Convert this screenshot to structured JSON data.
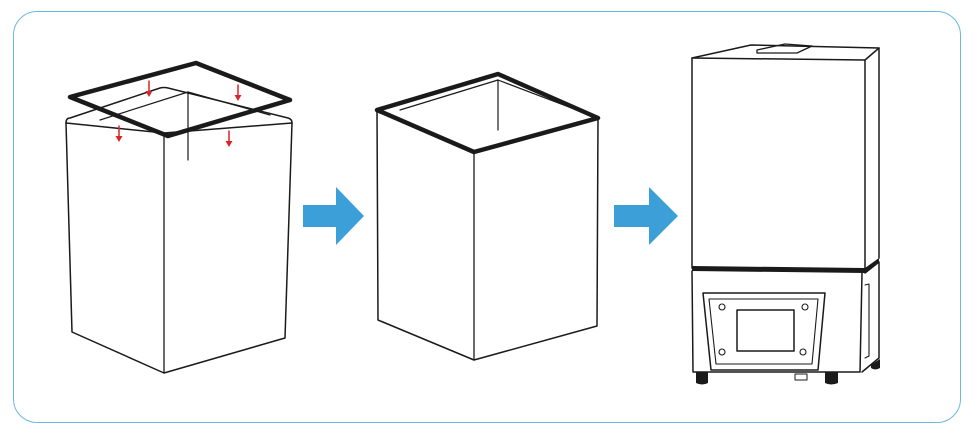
{
  "colors": {
    "frame_border": "#6db7e2",
    "arrow_fill": "#3c9fd7",
    "drop_arrow": "#d9252a",
    "line": "#1a1a1a",
    "cover": "#ffffff"
  },
  "steps": [
    {
      "id": "step-1",
      "icon": "cover-with-seal-ring-icon"
    },
    {
      "id": "step-2",
      "icon": "sealed-cover-icon"
    },
    {
      "id": "step-3",
      "icon": "resin-3d-printer-icon"
    }
  ],
  "flow_arrows": [
    "next-step-arrow-icon",
    "next-step-arrow-icon"
  ]
}
